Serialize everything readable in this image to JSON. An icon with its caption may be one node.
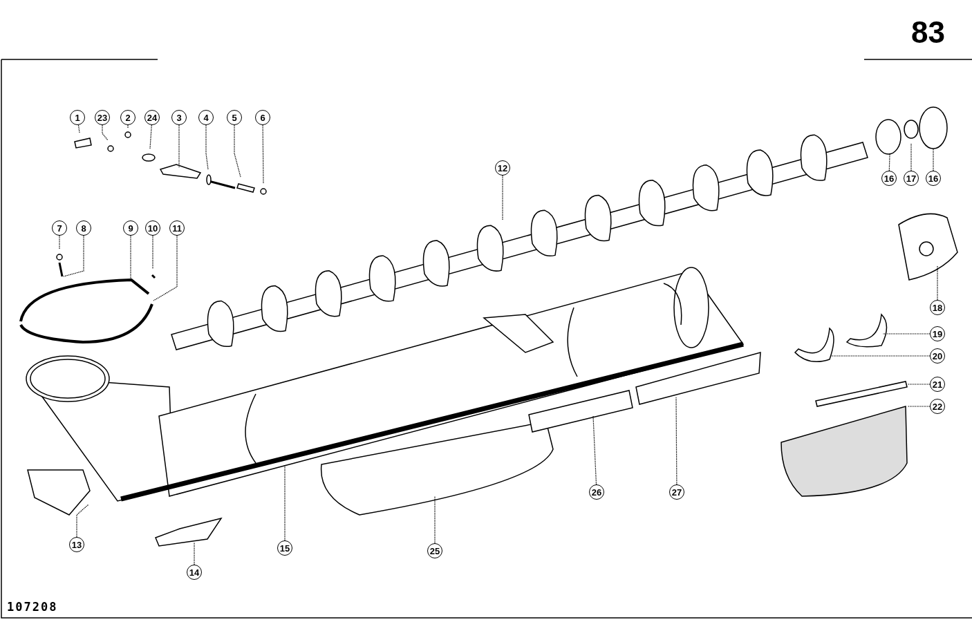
{
  "diagram": {
    "nodes": [
      {
        "text": [
          "1"
        ]
      },
      {
        "text": [
          "23"
        ]
      },
      {
        "text": [
          "2"
        ]
      },
      {
        "text": [
          "24"
        ]
      },
      {
        "text": [
          "3"
        ]
      },
      {
        "text": [
          "4"
        ]
      },
      {
        "text": [
          "5"
        ]
      },
      {
        "text": [
          "6"
        ]
      },
      {
        "text": [
          "12"
        ]
      },
      {
        "text": [
          "16"
        ]
      },
      {
        "text": [
          "17"
        ]
      },
      {
        "text": [
          "16"
        ]
      },
      {
        "text": [
          "7"
        ]
      },
      {
        "text": [
          "8"
        ]
      },
      {
        "text": [
          "9"
        ]
      },
      {
        "text": [
          "10"
        ]
      },
      {
        "text": [
          "11"
        ]
      },
      {
        "text": [
          "18"
        ]
      },
      {
        "text": [
          "19"
        ]
      },
      {
        "text": [
          "20"
        ]
      },
      {
        "text": [
          "21"
        ]
      },
      {
        "text": [
          "22"
        ]
      },
      {
        "text": [
          "26"
        ]
      },
      {
        "text": [
          "27"
        ]
      },
      {
        "text": [
          "13"
        ]
      },
      {
        "text": [
          "15"
        ]
      },
      {
        "text": [
          "25"
        ]
      },
      {
        "text": [
          "14"
        ]
      }
    ],
    "edges": [
      {
        "from": 0,
        "to": null,
        "arrow": "none"
      },
      {
        "from": 1,
        "to": null,
        "arrow": "none"
      },
      {
        "from": 2,
        "to": null,
        "arrow": "none"
      },
      {
        "from": 3,
        "to": null,
        "arrow": "none"
      },
      {
        "from": 4,
        "to": null,
        "arrow": "none"
      },
      {
        "from": 5,
        "to": null,
        "arrow": "none"
      },
      {
        "from": 6,
        "to": null,
        "arrow": "none"
      },
      {
        "from": 7,
        "to": null,
        "arrow": "none"
      },
      {
        "from": 8,
        "to": null,
        "arrow": "none"
      },
      {
        "from": 9,
        "to": null,
        "arrow": "none"
      },
      {
        "from": 10,
        "to": null,
        "arrow": "none"
      },
      {
        "from": 11,
        "to": null,
        "arrow": "none"
      },
      {
        "from": 12,
        "to": null,
        "arrow": "none"
      },
      {
        "from": 13,
        "to": null,
        "arrow": "none"
      },
      {
        "from": 14,
        "to": null,
        "arrow": "none"
      },
      {
        "from": 15,
        "to": null,
        "arrow": "none"
      },
      {
        "from": 16,
        "to": null,
        "arrow": "none"
      },
      {
        "from": 17,
        "to": null,
        "arrow": "none"
      },
      {
        "from": 18,
        "to": null,
        "arrow": "none"
      },
      {
        "from": 19,
        "to": null,
        "arrow": "none"
      },
      {
        "from": 20,
        "to": null,
        "arrow": "none"
      },
      {
        "from": 21,
        "to": null,
        "arrow": "none"
      },
      {
        "from": 22,
        "to": null,
        "arrow": "none"
      },
      {
        "from": 23,
        "to": null,
        "arrow": "none"
      },
      {
        "from": 24,
        "to": null,
        "arrow": "none"
      },
      {
        "from": 25,
        "to": null,
        "arrow": "none"
      },
      {
        "from": 26,
        "to": null,
        "arrow": "none"
      },
      {
        "from": 27,
        "to": null,
        "arrow": "none"
      }
    ],
    "labels": [
      "83",
      "107208"
    ]
  }
}
